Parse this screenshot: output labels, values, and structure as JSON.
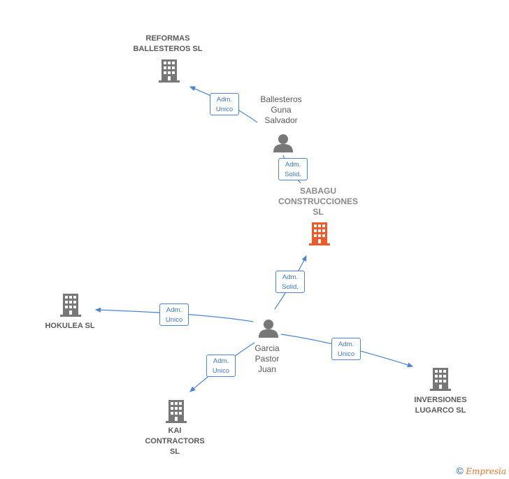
{
  "nodes": {
    "reformas": {
      "label": "REFORMAS\nBALLESTEROS SL"
    },
    "sabagu": {
      "label": "SABAGU\nCONSTRUCCIONES\nSL"
    },
    "hokulea": {
      "label": "HOKULEA  SL"
    },
    "kai": {
      "label": "KAI\nCONTRACTORS\nSL"
    },
    "inversiones": {
      "label": "INVERSIONES\nLUGARCO  SL"
    },
    "ballesteros": {
      "label": "Ballesteros\nGuna\nSalvador"
    },
    "garcia": {
      "label": "Garcia\nPastor\nJuan"
    }
  },
  "edges": {
    "e1": {
      "label": "Adm.\nUnico"
    },
    "e2": {
      "label": "Adm.\nSolid."
    },
    "e3": {
      "label": "Adm.\nSolid."
    },
    "e4": {
      "label": "Adm.\nUnico"
    },
    "e5": {
      "label": "Adm.\nUnico"
    },
    "e6": {
      "label": "Adm.\nUnico"
    }
  },
  "colors": {
    "edge": "#4a86d4",
    "building": "#777777",
    "building_main": "#f05a28",
    "person": "#777777"
  },
  "footer": {
    "copyright": "©",
    "brand": "Empresia"
  }
}
